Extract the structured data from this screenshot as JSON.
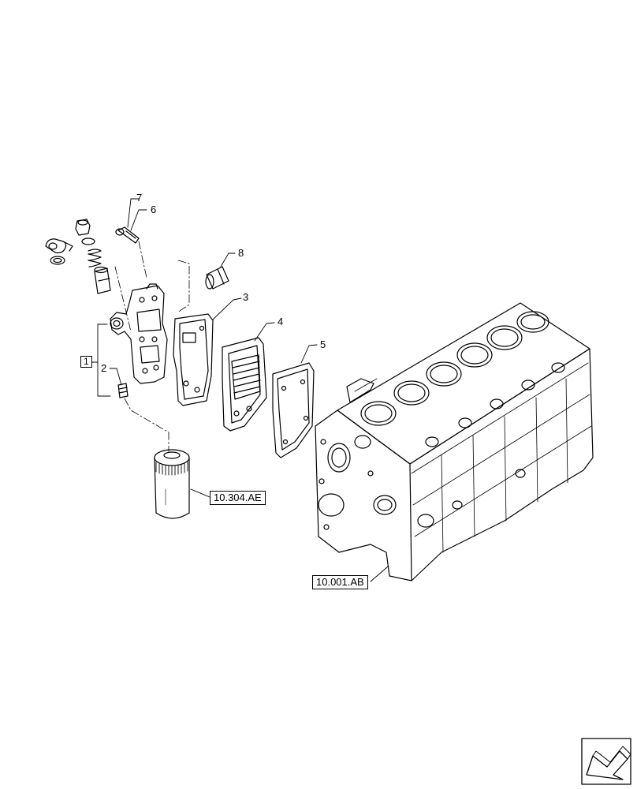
{
  "callouts": {
    "c1": "1",
    "c2": "2",
    "c3": "3",
    "c4": "4",
    "c5": "5",
    "c6": "6",
    "c7": "7",
    "c8": "8"
  },
  "references": {
    "oil_filter_ref": "10.304.AE",
    "engine_block_ref": "10.001.AB"
  },
  "nav": {
    "next_icon": "next-page-arrow-icon"
  }
}
